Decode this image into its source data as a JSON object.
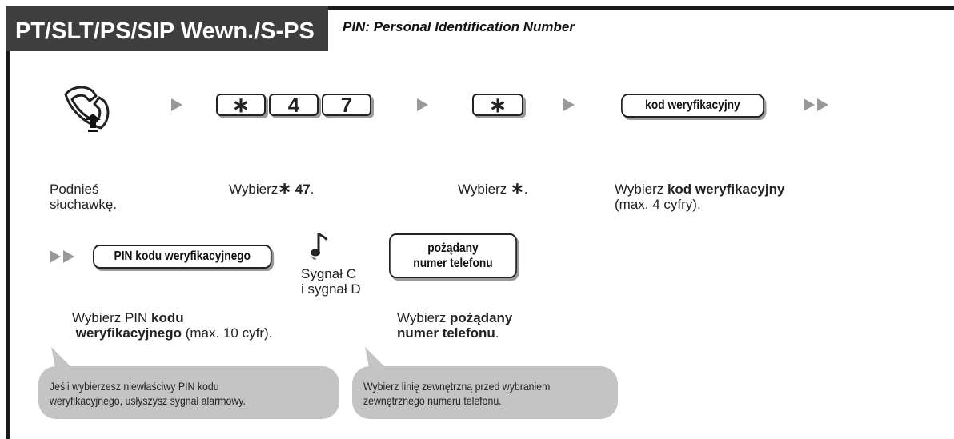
{
  "header": {
    "title": "PT/SLT/PS/SIP Wewn./S-PS",
    "subtitle": "PIN: Personal Identification Number"
  },
  "step1": {
    "keys": [
      "∗",
      "4",
      "7"
    ],
    "code_key": "∗",
    "verification_code_label": "kod weryfikacyjny"
  },
  "step2": {
    "pin_label": "PIN kodu weryfikacyjnego",
    "desired_number_line1": "pożądany",
    "desired_number_line2": "numer telefonu",
    "signal_line1": "Sygnał C",
    "signal_line2": "i sygnał D"
  },
  "captions": {
    "lift_line1": "Podnieś",
    "lift_line2": "słuchawkę.",
    "dial47_prefix": "Wybierz",
    "dial47_star": "∗",
    "dial47_digits": " 47",
    "dial47_period": ".",
    "dialstar_prefix": "Wybierz ",
    "dialstar_star": "∗",
    "dialstar_period": ".",
    "dialcode_prefix": "Wybierz ",
    "dialcode_bold": "kod weryfikacyjny",
    "dialcode_line2": "(max. 4 cyfry).",
    "dialpin_prefix": "Wybierz PIN ",
    "dialpin_bold1": "kodu",
    "dialpin_bold2": "weryfikacyjnego",
    "dialpin_rest": " (max. 10 cyfr).",
    "dialnum_prefix": "Wybierz ",
    "dialnum_bold1": "pożądany",
    "dialnum_bold2": "numer telefonu",
    "dialnum_period": "."
  },
  "notes": {
    "wrong_pin_line1": "Jeśli wybierzesz niewłaściwy PIN kodu",
    "wrong_pin_line2": "weryfikacyjnego, usłyszysz sygnał alarmowy.",
    "outside_line1": "Wybierz linię zewnętrzną przed wybraniem",
    "outside_line2": "zewnętrznego numeru telefonu."
  },
  "colors": {
    "header_bg": "#3e3e3e",
    "arrow": "#999999",
    "bubble": "#c4c4c4"
  }
}
